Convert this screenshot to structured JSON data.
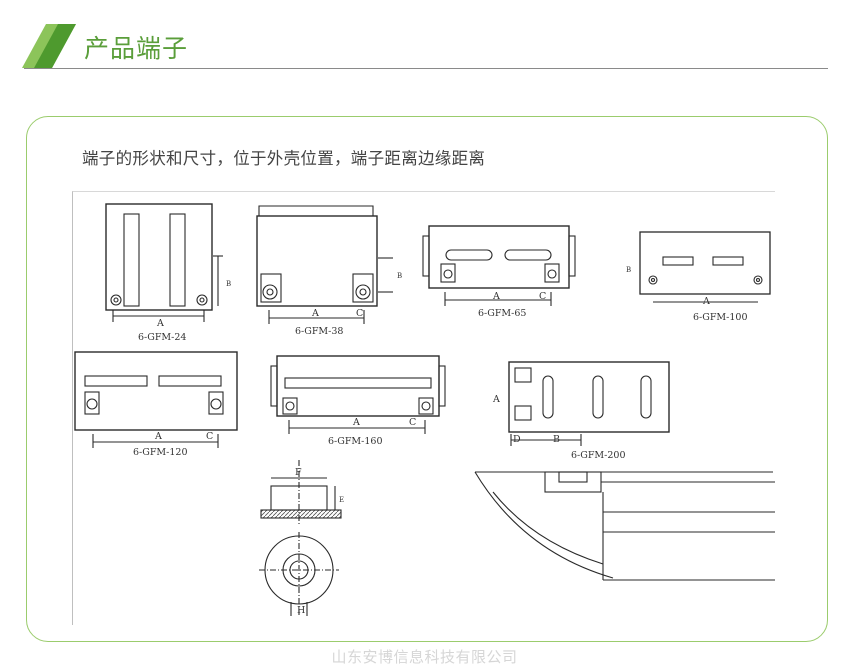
{
  "header": {
    "title": "产品端子"
  },
  "content": {
    "caption": "端子的形状和尺寸，位于外壳位置，端子距离边缘距离",
    "labels": {
      "gfm24": "6-GFM-24",
      "gfm38": "6-GFM-38",
      "gfm65": "6-GFM-65",
      "gfm100": "6-GFM-100",
      "gfm120": "6-GFM-120",
      "gfm160": "6-GFM-160",
      "gfm200": "6-GFM-200"
    },
    "dims": {
      "A": "A",
      "B": "B",
      "C": "C",
      "D": "D",
      "E": "E",
      "F": "F",
      "H": "H"
    }
  },
  "footer": {
    "watermark": "山东安博信息科技有限公司"
  },
  "colors": {
    "brand_green": "#5a9e3a",
    "panel_border": "#9bcc6d",
    "line": "#2a2a2a"
  }
}
